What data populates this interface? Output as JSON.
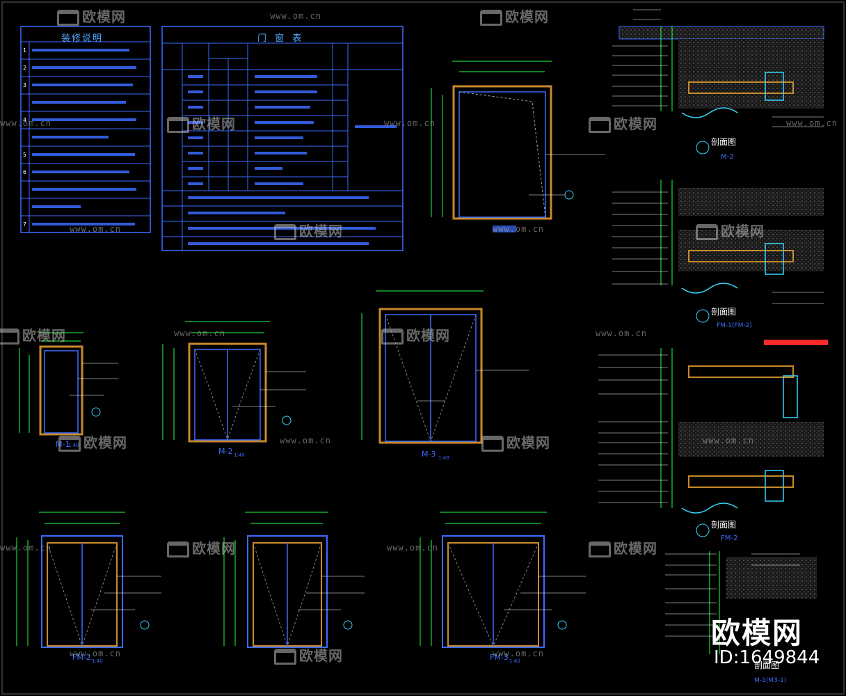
{
  "watermark": {
    "brand": "欧模网",
    "url": "www.om.cn",
    "id_text": "ID:1649844"
  },
  "notes": {
    "title": "装修说明"
  },
  "door_table": {
    "title": "门 窗 表"
  },
  "drawings": {
    "elevations": [
      {
        "id": "m1",
        "label": "M-1",
        "scale": "1:40"
      },
      {
        "id": "m2",
        "label": "M-2",
        "scale": "1:40"
      },
      {
        "id": "m3",
        "label": "M-3",
        "scale": "1:40"
      },
      {
        "id": "fm2",
        "label": "FM-2",
        "scale": "1:40"
      },
      {
        "id": "fm3",
        "label": "FM-3",
        "scale": "1:40"
      }
    ],
    "sections": [
      {
        "id": "s1",
        "title": "剖面图",
        "code": "M-2"
      },
      {
        "id": "s2",
        "title": "剖面图",
        "code": "FM-1(FM-2)"
      },
      {
        "id": "s3",
        "title": "剖面图",
        "code": "FM-2"
      },
      {
        "id": "s4",
        "title": "剖面图",
        "code": "M-1(M3-1)"
      }
    ]
  },
  "colors": {
    "background": "#000000",
    "line_blue": "#3b6cff",
    "line_green": "#22ff44",
    "line_cyan": "#36d6ff",
    "door_frame": "#c98a2a",
    "hatch": "#6a6a6a",
    "highlight_red": "#ff2a2a"
  }
}
